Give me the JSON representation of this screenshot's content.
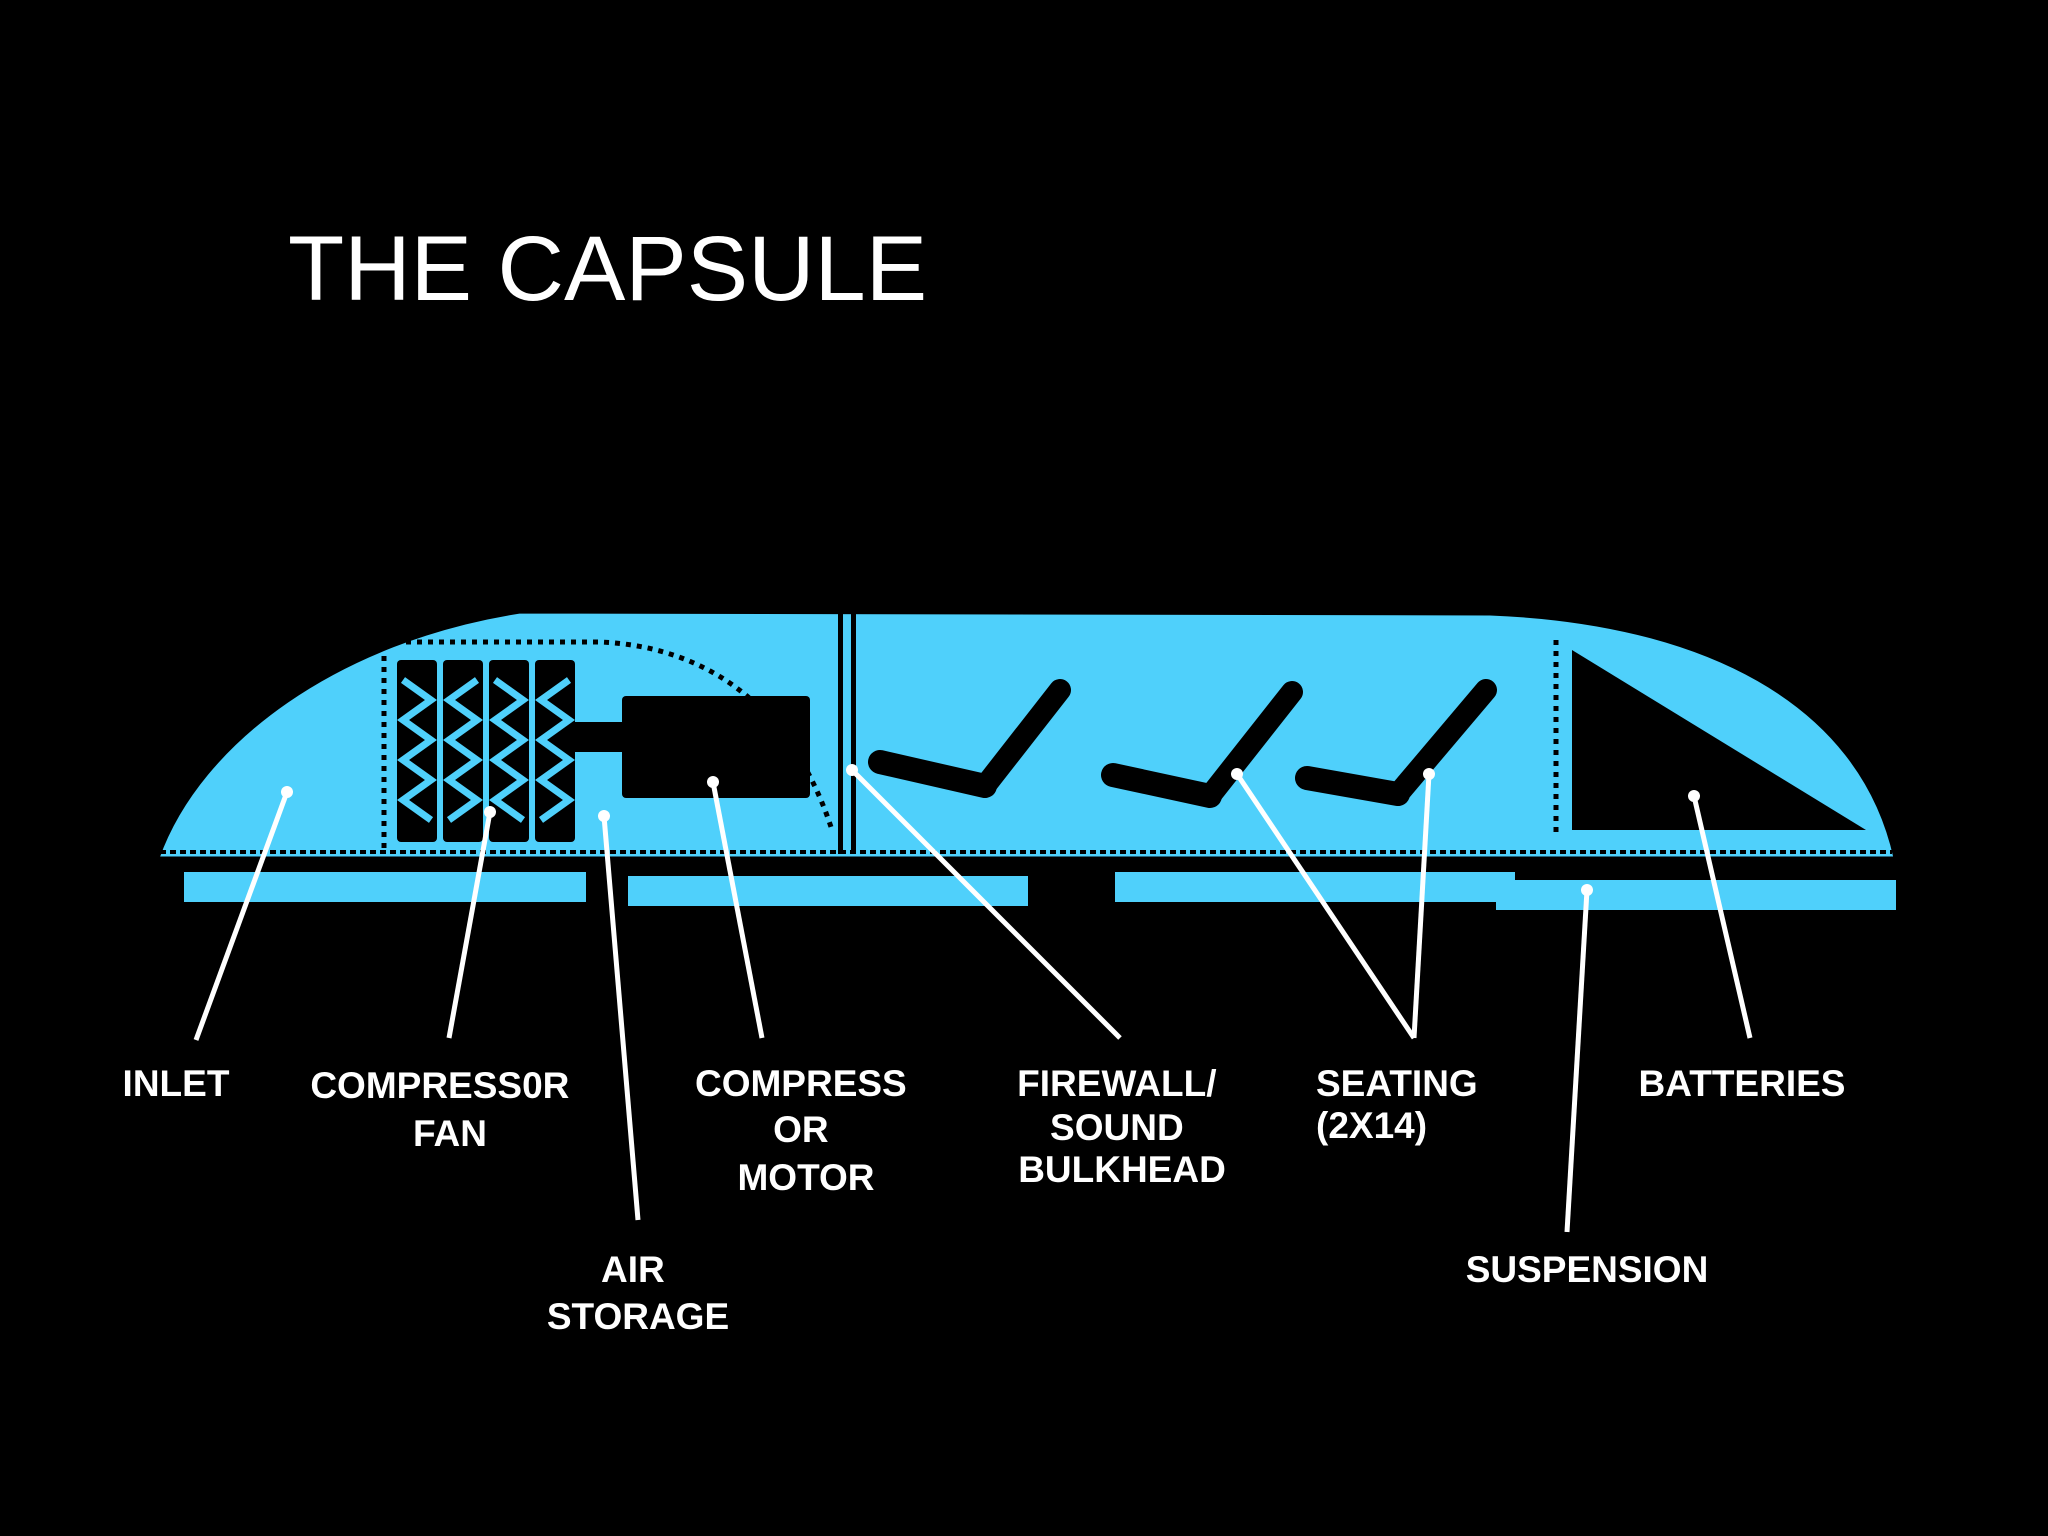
{
  "title": "THE CAPSULE",
  "colors": {
    "background": "#000000",
    "capsule": "#4fd0fb",
    "components": "#000000",
    "text": "#ffffff"
  },
  "labels": {
    "inlet": [
      "INLET"
    ],
    "compressor_fan": [
      "COMPRESS0R",
      "FAN"
    ],
    "air_storage": [
      "AIR",
      "STORAGE"
    ],
    "compressor_motor": [
      "COMPRESS",
      "OR",
      "MOTOR"
    ],
    "firewall": [
      "FIREWALL/",
      "SOUND",
      "BULKHEAD"
    ],
    "seating": [
      "SEATING",
      "(2X14)"
    ],
    "suspension": [
      "SUSPENSION"
    ],
    "batteries": [
      "BATTERIES"
    ]
  }
}
